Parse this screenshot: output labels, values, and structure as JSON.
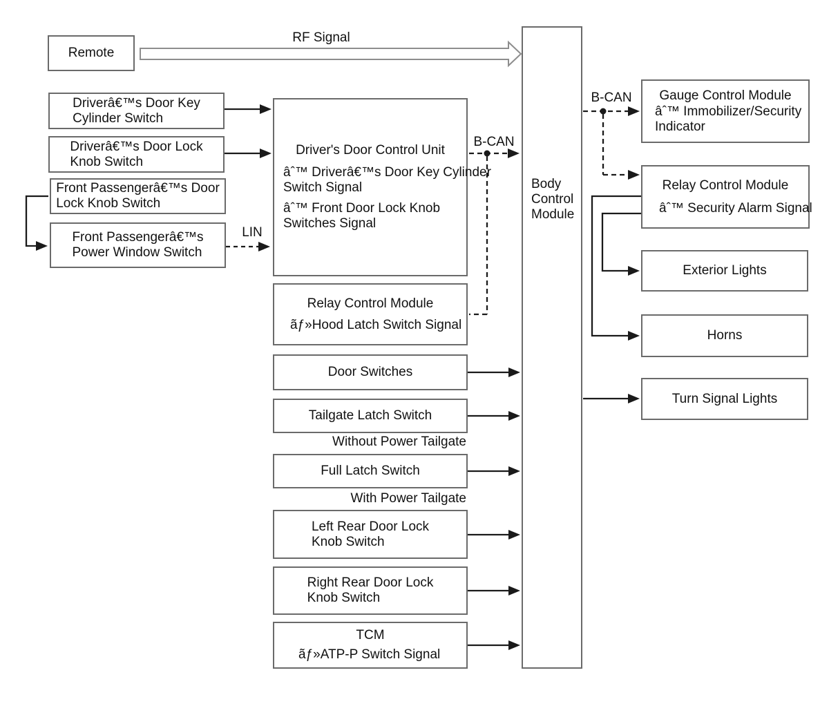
{
  "nodes": {
    "remote": {
      "label": "Remote"
    },
    "driver_door_key_cylinder_switch": {
      "label": "Driverâ€™s Door Key\nCylinder Switch"
    },
    "driver_door_lock_knob_switch": {
      "label": "Driverâ€™s Door Lock\nKnob Switch"
    },
    "front_passenger_door_lock_knob_switch": {
      "label": "Front Passengerâ€™s Door\nLock Knob Switch"
    },
    "front_passenger_power_window_switch": {
      "label": "Front Passengerâ€™s\nPower Window Switch"
    },
    "drivers_door_control_unit": {
      "title": "Driver's Door Control Unit",
      "signals": [
        "âˆ™ Driverâ€™s Door Key Cylinder\nSwitch Signal",
        "âˆ™ Front Door Lock Knob\nSwitches Signal"
      ]
    },
    "relay_control_module_center": {
      "title": "Relay Control Module",
      "signals": [
        "ãƒ»Hood Latch Switch Signal"
      ]
    },
    "door_switches": {
      "label": "Door Switches"
    },
    "tailgate_latch_switch": {
      "label": "Tailgate Latch Switch"
    },
    "full_latch_switch": {
      "label": "Full Latch Switch"
    },
    "left_rear_door_lock_knob_switch": {
      "label": "Left Rear Door Lock\nKnob Switch"
    },
    "right_rear_door_lock_knob_switch": {
      "label": "Right Rear Door Lock\nKnob Switch"
    },
    "tcm": {
      "title": "TCM",
      "signals": [
        "ãƒ»ATP-P Switch Signal"
      ]
    },
    "body_control_module": {
      "label": "Body\nControl\nModule"
    },
    "gauge_control_module": {
      "title": "Gauge Control Module",
      "signals": [
        "âˆ™ Immobilizer/Security\nIndicator"
      ]
    },
    "relay_control_module_right": {
      "title": "Relay Control Module",
      "signals": [
        "âˆ™ Security Alarm Signal"
      ]
    },
    "exterior_lights": {
      "label": "Exterior Lights"
    },
    "horns": {
      "label": "Horns"
    },
    "turn_signal_lights": {
      "label": "Turn Signal Lights"
    }
  },
  "labels": {
    "rf_signal": "RF Signal",
    "lin": "LIN",
    "b_can_left": "B-CAN",
    "b_can_right": "B-CAN",
    "without_power_tailgate": "Without Power Tailgate",
    "with_power_tailgate": "With Power Tailgate"
  },
  "colors": {
    "box_border": "#6a6a6a",
    "line": "#1a1a1a",
    "text": "#111111",
    "background": "#ffffff",
    "rf_arrow_outline": "#8d8d8d"
  }
}
